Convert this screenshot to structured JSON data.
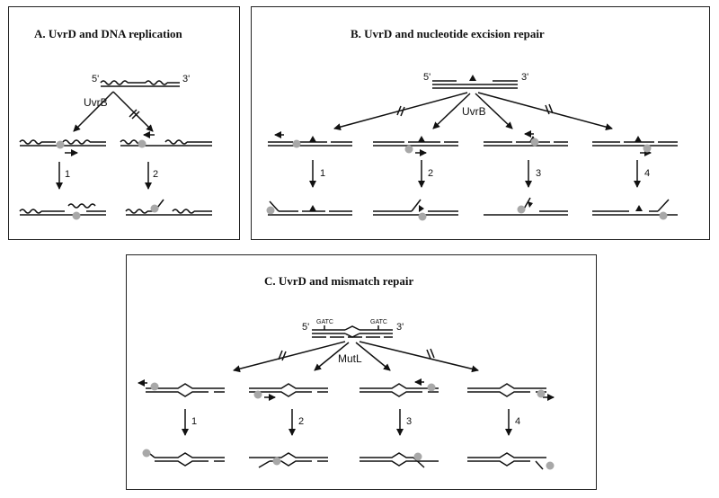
{
  "panels": {
    "a": {
      "title": "A.  UvrD and DNA replication",
      "protein": "UvrB",
      "end5": "5'",
      "end3": "3'",
      "steps": [
        "1",
        "2"
      ]
    },
    "b": {
      "title": "B.  UvrD and nucleotide excision repair",
      "protein": "UvrB",
      "end5": "5'",
      "end3": "3'",
      "steps": [
        "1",
        "2",
        "3",
        "4"
      ]
    },
    "c": {
      "title": "C.  UvrD and mismatch repair",
      "protein": "MutL",
      "end5": "5'",
      "end3": "3'",
      "site_left": "GATC",
      "site_right": "GATC",
      "steps": [
        "1",
        "2",
        "3",
        "4"
      ]
    }
  },
  "colors": {
    "line": "#111111",
    "protein": "#a8a8a8",
    "border": "#222222"
  }
}
